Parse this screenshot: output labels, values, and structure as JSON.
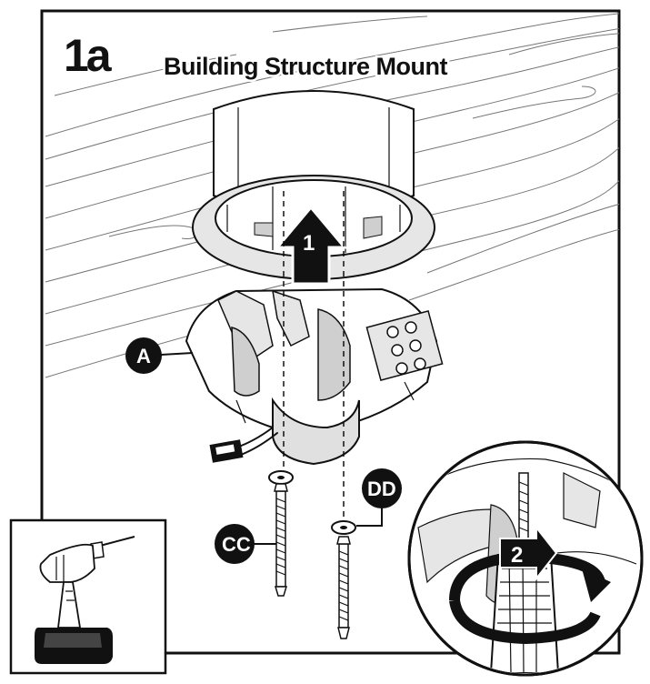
{
  "step": {
    "number": "1a",
    "title": "Building Structure Mount"
  },
  "callouts": {
    "bracket": "A",
    "long_screw": "CC",
    "washer": "DD"
  },
  "arrows": {
    "lift": "1",
    "rotate": "2"
  },
  "icons": [
    "drill-icon"
  ],
  "colors": {
    "ink": "#111111",
    "paper": "#ffffff",
    "shade": "#cfcfcf",
    "light_shade": "#e6e6e6"
  }
}
